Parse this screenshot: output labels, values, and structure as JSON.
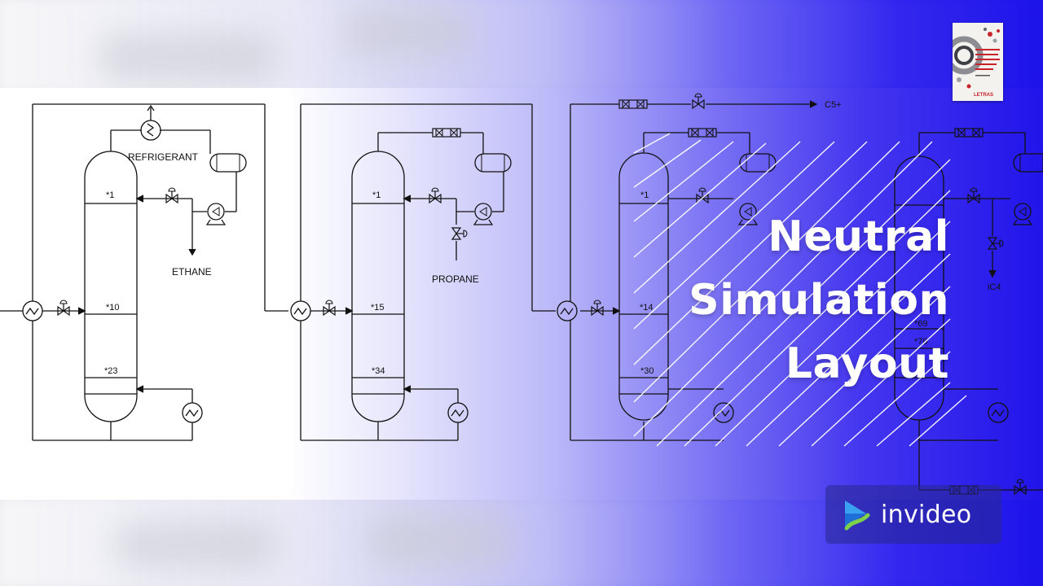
{
  "title": {
    "lines": [
      "Neutral",
      "Simulation",
      "Layout"
    ]
  },
  "diagram": {
    "columns": [
      {
        "product": "ETHANE",
        "condenser_label": "REFRIGERANT",
        "trays": [
          "*1",
          "*10",
          "*23"
        ]
      },
      {
        "product": "PROPANE",
        "trays": [
          "*1",
          "*15",
          "*34"
        ]
      },
      {
        "product": "C5+",
        "trays": [
          "*1",
          "*14",
          "*30"
        ]
      },
      {
        "product": "iC4",
        "trays": [
          "*69",
          "*70"
        ]
      }
    ]
  },
  "book": {
    "lines": [
      "LETRAS"
    ]
  },
  "brand": {
    "name": "invideo",
    "logo_icon": "invideo-logo-icon"
  },
  "colors": {
    "accent": "#2114ea",
    "title": "#ffffff",
    "line": "#111111"
  }
}
